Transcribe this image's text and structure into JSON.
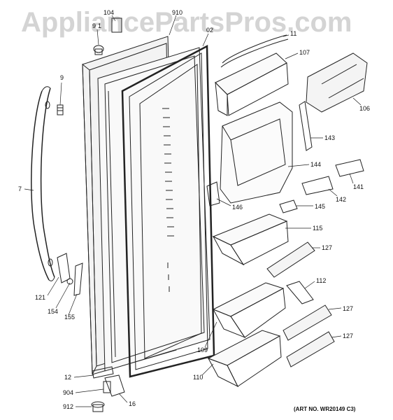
{
  "watermark": "AppliancePartsPros.com",
  "art_number": "(ART NO. WR20149 C3)",
  "labels": {
    "p104": "104",
    "p910": "910",
    "p9_1": "9",
    "p1": "1",
    "p02": "02",
    "p11": "11",
    "p9_2": "9",
    "p107": "107",
    "p106": "106",
    "p143": "143",
    "p144": "144",
    "p7": "7",
    "p141": "141",
    "p142": "142",
    "p146": "146",
    "p145": "145",
    "p115": "115",
    "p127_1": "127",
    "p112": "112",
    "p121": "121",
    "p154": "154",
    "p155": "155",
    "p127_2": "127",
    "p109": "109",
    "p127_3": "127",
    "p110": "110",
    "p12": "12",
    "p904": "904",
    "p16": "16",
    "p912": "912"
  }
}
